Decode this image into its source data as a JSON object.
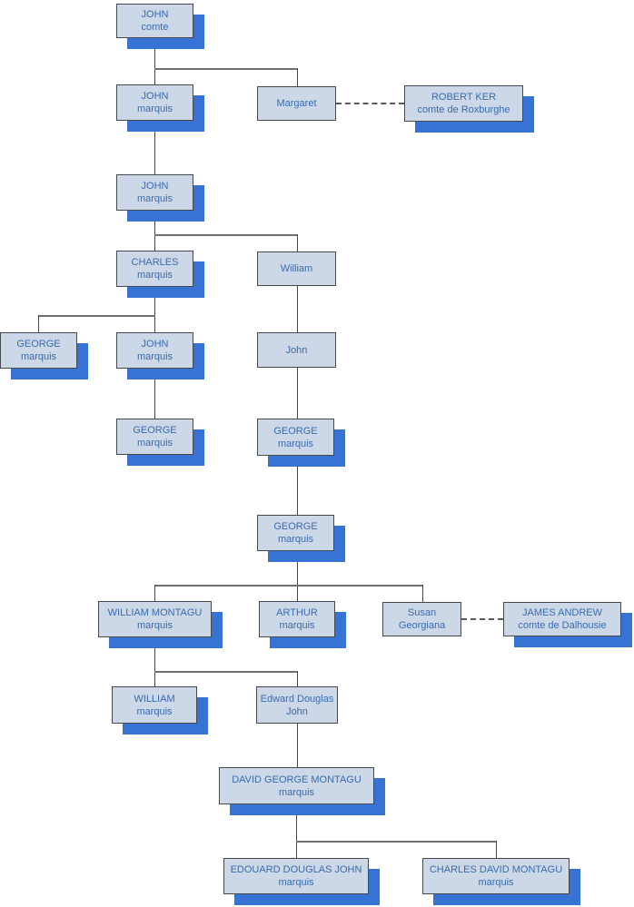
{
  "diagram": {
    "type": "family-tree",
    "colors": {
      "node_fill": "#ccd8e7",
      "node_border": "#47484c",
      "node_text": "#3a6ab0",
      "node_shadow": "#3673d4",
      "connector": "#454548",
      "background": "#ffffff"
    },
    "nodes": [
      {
        "id": "john-comte",
        "name": "JOHN",
        "subtitle": "comte"
      },
      {
        "id": "john-marquis-2",
        "name": "JOHN",
        "subtitle": "marquis"
      },
      {
        "id": "margaret",
        "name": "Margaret",
        "subtitle": ""
      },
      {
        "id": "robert-ker",
        "name": "ROBERT KER",
        "subtitle": "comte de Roxburghe"
      },
      {
        "id": "john-marquis-3",
        "name": "JOHN",
        "subtitle": "marquis"
      },
      {
        "id": "charles-marquis",
        "name": "CHARLES",
        "subtitle": "marquis"
      },
      {
        "id": "william",
        "name": "William",
        "subtitle": ""
      },
      {
        "id": "george-marquis-a",
        "name": "GEORGE",
        "subtitle": "marquis"
      },
      {
        "id": "john-marquis-4",
        "name": "JOHN",
        "subtitle": "marquis"
      },
      {
        "id": "john-b",
        "name": "John",
        "subtitle": ""
      },
      {
        "id": "george-marquis-b",
        "name": "GEORGE",
        "subtitle": "marquis"
      },
      {
        "id": "george-marquis-c",
        "name": "GEORGE",
        "subtitle": "marquis"
      },
      {
        "id": "george-marquis-d",
        "name": "GEORGE",
        "subtitle": "marquis"
      },
      {
        "id": "william-montagu",
        "name": "WILLIAM MONTAGU",
        "subtitle": "marquis"
      },
      {
        "id": "arthur",
        "name": "ARTHUR",
        "subtitle": "marquis"
      },
      {
        "id": "susan-georgiana",
        "name": "Susan",
        "subtitle": "Georgiana"
      },
      {
        "id": "james-andrew",
        "name": "JAMES ANDREW",
        "subtitle": "comte de Dalhousie"
      },
      {
        "id": "william-marquis",
        "name": "WILLIAM",
        "subtitle": "marquis"
      },
      {
        "id": "edward-douglas-john",
        "name": "Edward Douglas",
        "subtitle": "John"
      },
      {
        "id": "david-george-montagu",
        "name": "DAVID GEORGE MONTAGU",
        "subtitle": "marquis"
      },
      {
        "id": "edouard-douglas-john",
        "name": "EDOUARD DOUGLAS JOHN",
        "subtitle": "marquis"
      },
      {
        "id": "charles-david-montagu",
        "name": "CHARLES DAVID MONTAGU",
        "subtitle": "marquis"
      }
    ],
    "edges": {
      "parent_child": [
        [
          "john-comte",
          "john-marquis-2"
        ],
        [
          "john-comte",
          "margaret"
        ],
        [
          "john-marquis-2",
          "john-marquis-3"
        ],
        [
          "john-marquis-3",
          "charles-marquis"
        ],
        [
          "john-marquis-3",
          "william"
        ],
        [
          "charles-marquis",
          "george-marquis-a"
        ],
        [
          "charles-marquis",
          "john-marquis-4"
        ],
        [
          "william",
          "john-b"
        ],
        [
          "john-marquis-4",
          "george-marquis-b"
        ],
        [
          "john-b",
          "george-marquis-c"
        ],
        [
          "george-marquis-c",
          "george-marquis-d"
        ],
        [
          "george-marquis-d",
          "william-montagu"
        ],
        [
          "george-marquis-d",
          "arthur"
        ],
        [
          "george-marquis-d",
          "susan-georgiana"
        ],
        [
          "william-montagu",
          "william-marquis"
        ],
        [
          "william-montagu",
          "edward-douglas-john"
        ],
        [
          "edward-douglas-john",
          "david-george-montagu"
        ],
        [
          "david-george-montagu",
          "edouard-douglas-john"
        ],
        [
          "david-george-montagu",
          "charles-david-montagu"
        ]
      ],
      "marriage": [
        [
          "margaret",
          "robert-ker"
        ],
        [
          "susan-georgiana",
          "james-andrew"
        ]
      ]
    }
  }
}
